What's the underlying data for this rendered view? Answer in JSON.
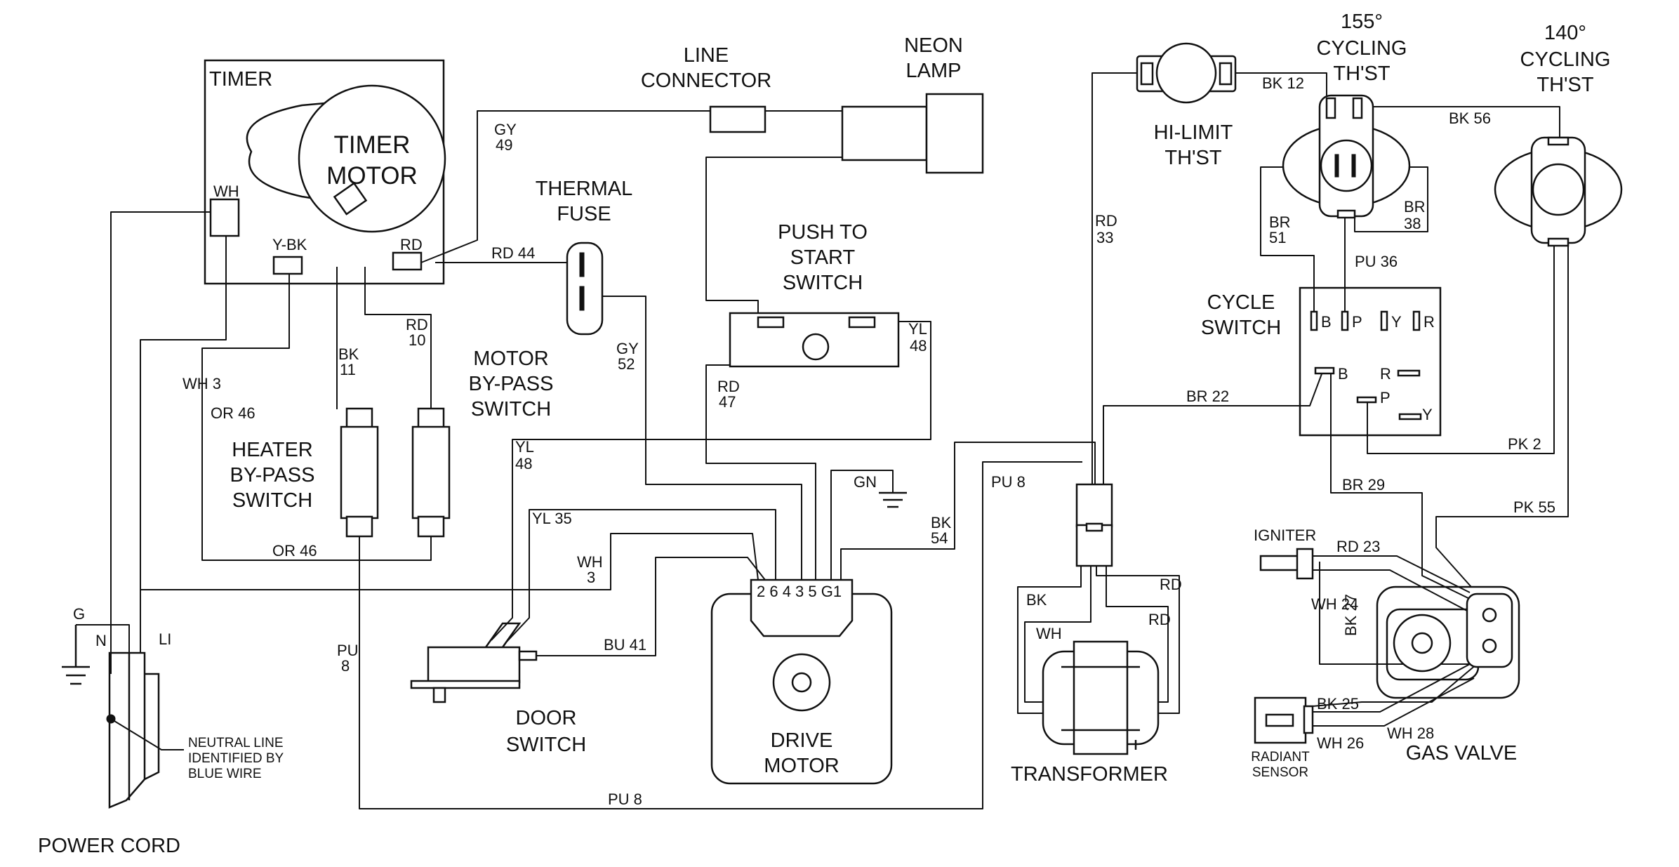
{
  "components": {
    "timer": "TIMER",
    "timer_motor": [
      "TIMER",
      "MOTOR"
    ],
    "line_connector": [
      "LINE",
      "CONNECTOR"
    ],
    "neon_lamp": [
      "NEON",
      "LAMP"
    ],
    "thermal_fuse": [
      "THERMAL",
      "FUSE"
    ],
    "push_to_start": [
      "PUSH TO",
      "START",
      "SWITCH"
    ],
    "motor_bypass": [
      "MOTOR",
      "BY-PASS",
      "SWITCH"
    ],
    "heater_bypass": [
      "HEATER",
      "BY-PASS",
      "SWITCH"
    ],
    "door_switch": [
      "DOOR",
      "SWITCH"
    ],
    "drive_motor": [
      "DRIVE",
      "MOTOR"
    ],
    "hi_limit": [
      "HI-LIMIT",
      "TH'ST"
    ],
    "th155": [
      "155°",
      "CYCLING",
      "TH'ST"
    ],
    "th140": [
      "140°",
      "CYCLING",
      "TH'ST"
    ],
    "cycle_switch": [
      "CYCLE",
      "SWITCH"
    ],
    "transformer": "TRANSFORMER",
    "gas_valve": "GAS VALVE",
    "igniter": "IGNITER",
    "radiant_sensor": [
      "RADIANT",
      "SENSOR"
    ],
    "power_cord": "POWER CORD",
    "neutral_note": [
      "NEUTRAL LINE",
      "IDENTIFIED BY",
      "BLUE WIRE"
    ]
  },
  "terminals": {
    "wh": "WH",
    "ybk": "Y-BK",
    "rd": "RD",
    "motor_pins": "2 6 4 3  5 G1",
    "cs_top": [
      "B",
      "P",
      "Y",
      "R"
    ],
    "cs_b": "B",
    "cs_r": "R",
    "cs_p": "P",
    "cs_y": "Y",
    "g": "G",
    "n": "N",
    "li": "LI",
    "gn": "GN"
  },
  "wires": {
    "gy49": [
      "GY",
      "49"
    ],
    "rd44": "RD 44",
    "gy52": [
      "GY",
      "52"
    ],
    "rd10": [
      "RD",
      "10"
    ],
    "bk11": [
      "BK",
      "11"
    ],
    "wh3": "WH 3",
    "or46_top": "OR 46",
    "or46_bot": "OR 46",
    "yl48_a": [
      "YL",
      "48"
    ],
    "yl48_b": [
      "YL",
      "48"
    ],
    "rd47": [
      "RD",
      "47"
    ],
    "yl35": "YL 35",
    "wh3_b": [
      "WH",
      "3"
    ],
    "bu41": "BU 41",
    "pu8_left": [
      "PU",
      "8"
    ],
    "pu8_bottom": "PU 8",
    "pu8_right": "PU 8",
    "bk54": [
      "BK",
      "54"
    ],
    "rd33": [
      "RD",
      "33"
    ],
    "bk12": "BK 12",
    "bk56": "BK 56",
    "br51": [
      "BR",
      "51"
    ],
    "br38": [
      "BR",
      "38"
    ],
    "pu36": "PU 36",
    "br22": "BR 22",
    "pk2": "PK 2",
    "br29": "BR 29",
    "pk55": "PK 55",
    "rd23": "RD 23",
    "wh24": "WH 24",
    "bk27": "BK 27",
    "bk25": "BK 25",
    "wh26": "WH 26",
    "wh28": "WH 28",
    "tr_bk": "BK",
    "tr_rd1": "RD",
    "tr_wh": "WH",
    "tr_rd2": "RD"
  }
}
